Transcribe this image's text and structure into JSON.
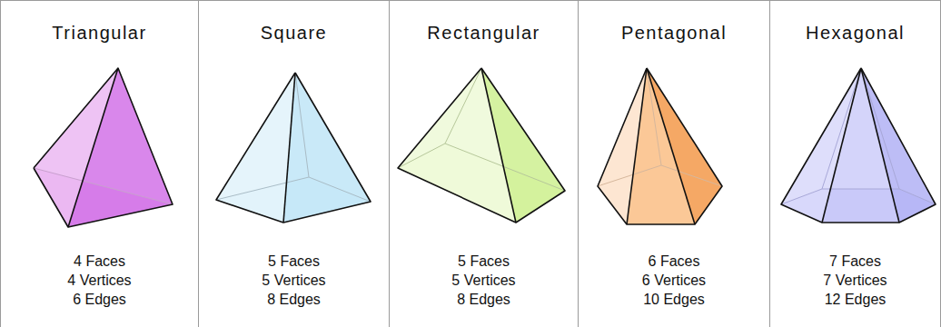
{
  "diagram": {
    "nodes": [
      {
        "text": [
          "Triangular",
          "4 Faces",
          "4 Vertices",
          "6 Edges"
        ]
      },
      {
        "text": [
          "Square",
          "5 Faces",
          "5 Vertices",
          "8 Edges"
        ]
      },
      {
        "text": [
          "Rectangular",
          "5 Faces",
          "5 Vertices",
          "8 Edges"
        ]
      },
      {
        "text": [
          "Pentagonal",
          "6 Faces",
          "6 Vertices",
          "10 Edges"
        ]
      },
      {
        "text": [
          "Hexagonal",
          "7 Faces",
          "7 Vertices",
          "12 Edges"
        ]
      }
    ]
  }
}
